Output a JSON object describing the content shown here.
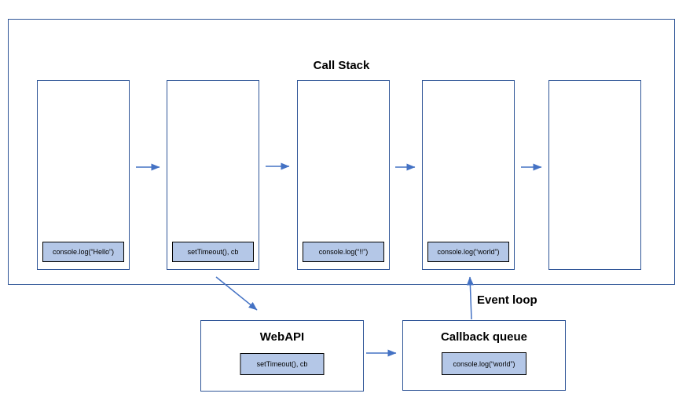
{
  "call_stack": {
    "title": "Call Stack",
    "frames": [
      {
        "item": "console.log(“Hello”)"
      },
      {
        "item": "setTimeout(), cb"
      },
      {
        "item": "console.log(“!!”)"
      },
      {
        "item": "console.log(“world”)"
      },
      {
        "item": ""
      }
    ]
  },
  "webapi": {
    "title": "WebAPI",
    "item": "setTimeout(), cb"
  },
  "callback_queue": {
    "title": "Callback queue",
    "item": "console.log(“world”)"
  },
  "event_loop": {
    "label": "Event loop"
  },
  "colors": {
    "box_border": "#2F5597",
    "arrow": "#4472C4",
    "item_fill": "#B4C7E7",
    "item_border": "#000000",
    "text": "#000000",
    "background": "#FFFFFF"
  }
}
